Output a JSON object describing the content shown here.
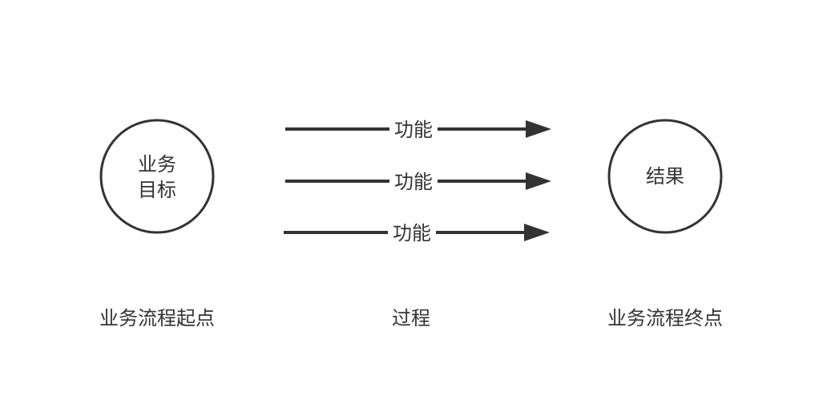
{
  "diagram": {
    "start_node": {
      "line1": "业务",
      "line2": "目标"
    },
    "end_node": {
      "label": "结果"
    },
    "arrows": [
      {
        "label": "功能"
      },
      {
        "label": "功能"
      },
      {
        "label": "功能"
      }
    ],
    "captions": {
      "start": "业务流程起点",
      "middle": "过程",
      "end": "业务流程终点"
    },
    "colors": {
      "stroke": "#333333",
      "text": "#333333",
      "background": "#ffffff"
    }
  }
}
